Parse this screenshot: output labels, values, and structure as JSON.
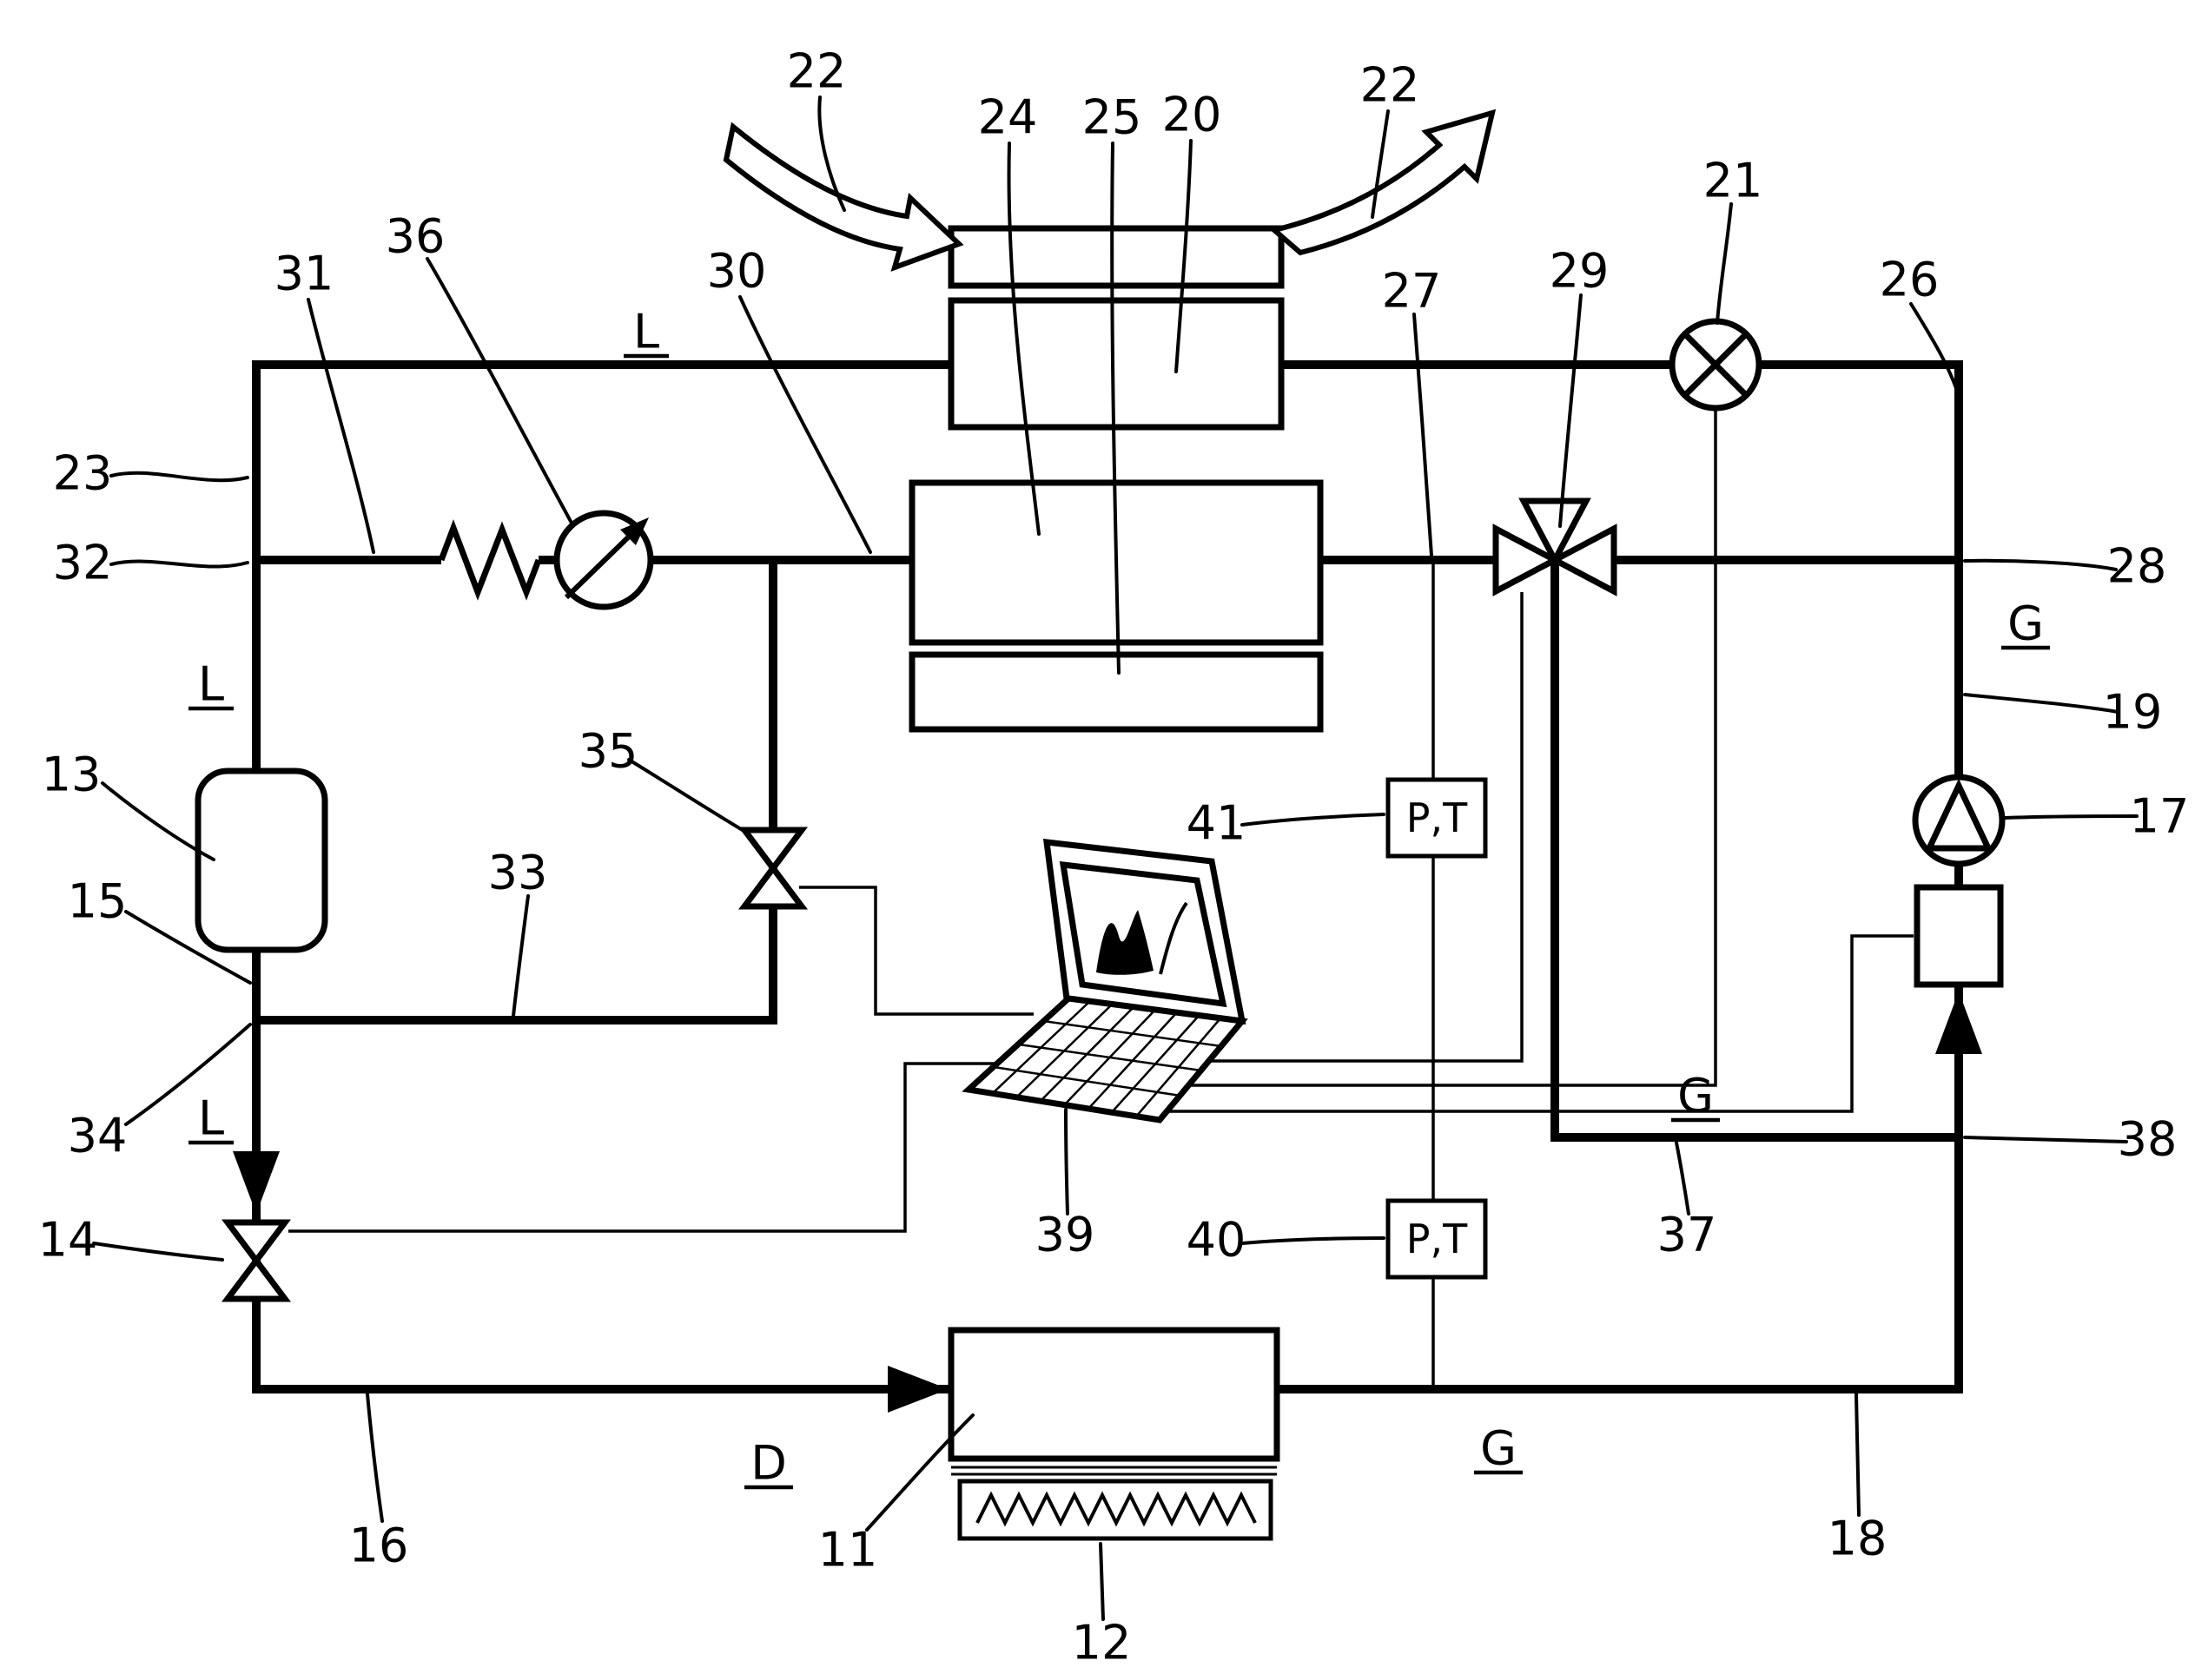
{
  "figure": {
    "background_color": "#ffffff",
    "line_color": "#000000"
  },
  "ref_numerals": {
    "r11": "11",
    "r12": "12",
    "r13": "13",
    "r14": "14",
    "r15": "15",
    "r16": "16",
    "r17": "17",
    "r18": "18",
    "r19": "19",
    "r20": "20",
    "r21": "21",
    "r22_left": "22",
    "r22_right": "22",
    "r23": "23",
    "r24": "24",
    "r25": "25",
    "r26": "26",
    "r27": "27",
    "r28": "28",
    "r29": "29",
    "r30": "30",
    "r31": "31",
    "r32": "32",
    "r33": "33",
    "r34": "34",
    "r35": "35",
    "r36": "36",
    "r37": "37",
    "r38": "38",
    "r39": "39",
    "r40": "40",
    "r41": "41"
  },
  "phase_labels": {
    "liquid_top": "L",
    "liquid_left_upper": "L",
    "liquid_left_lower": "L",
    "gas_right_upper": "G",
    "gas_branch": "G",
    "gas_bottom": "G",
    "discharge_bottom": "D"
  },
  "sensor_labels": {
    "pt_upper": "P,T",
    "pt_lower": "P,T"
  }
}
